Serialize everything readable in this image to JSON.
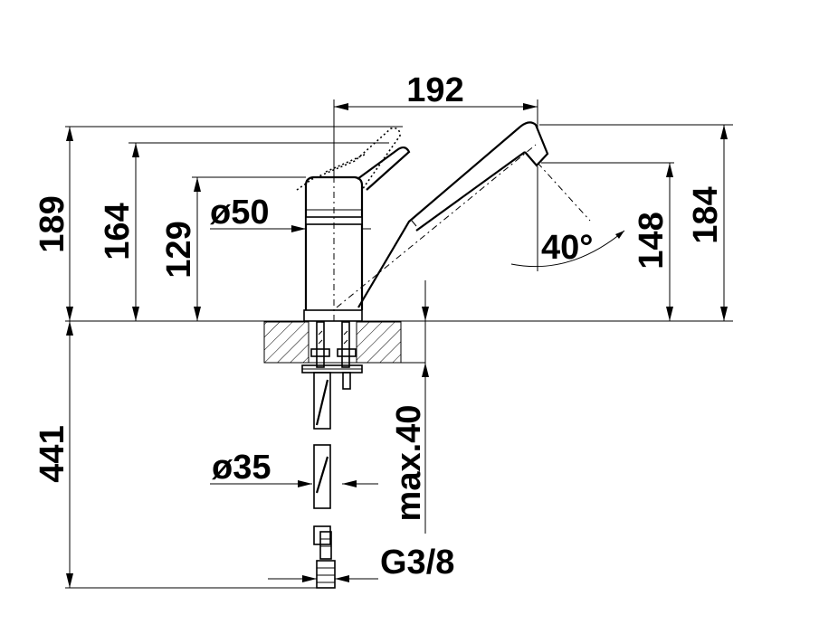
{
  "dimensions": {
    "reach": "192",
    "total_height": "189",
    "spout_height": "164",
    "body_height": "129",
    "body_diameter": "ø50",
    "swivel_angle": "40°",
    "outlet_height": "148",
    "outlet_top_height": "184",
    "hose_length": "441",
    "hole_diameter": "ø35",
    "max_thickness": "max.40",
    "connection": "G3/8"
  }
}
